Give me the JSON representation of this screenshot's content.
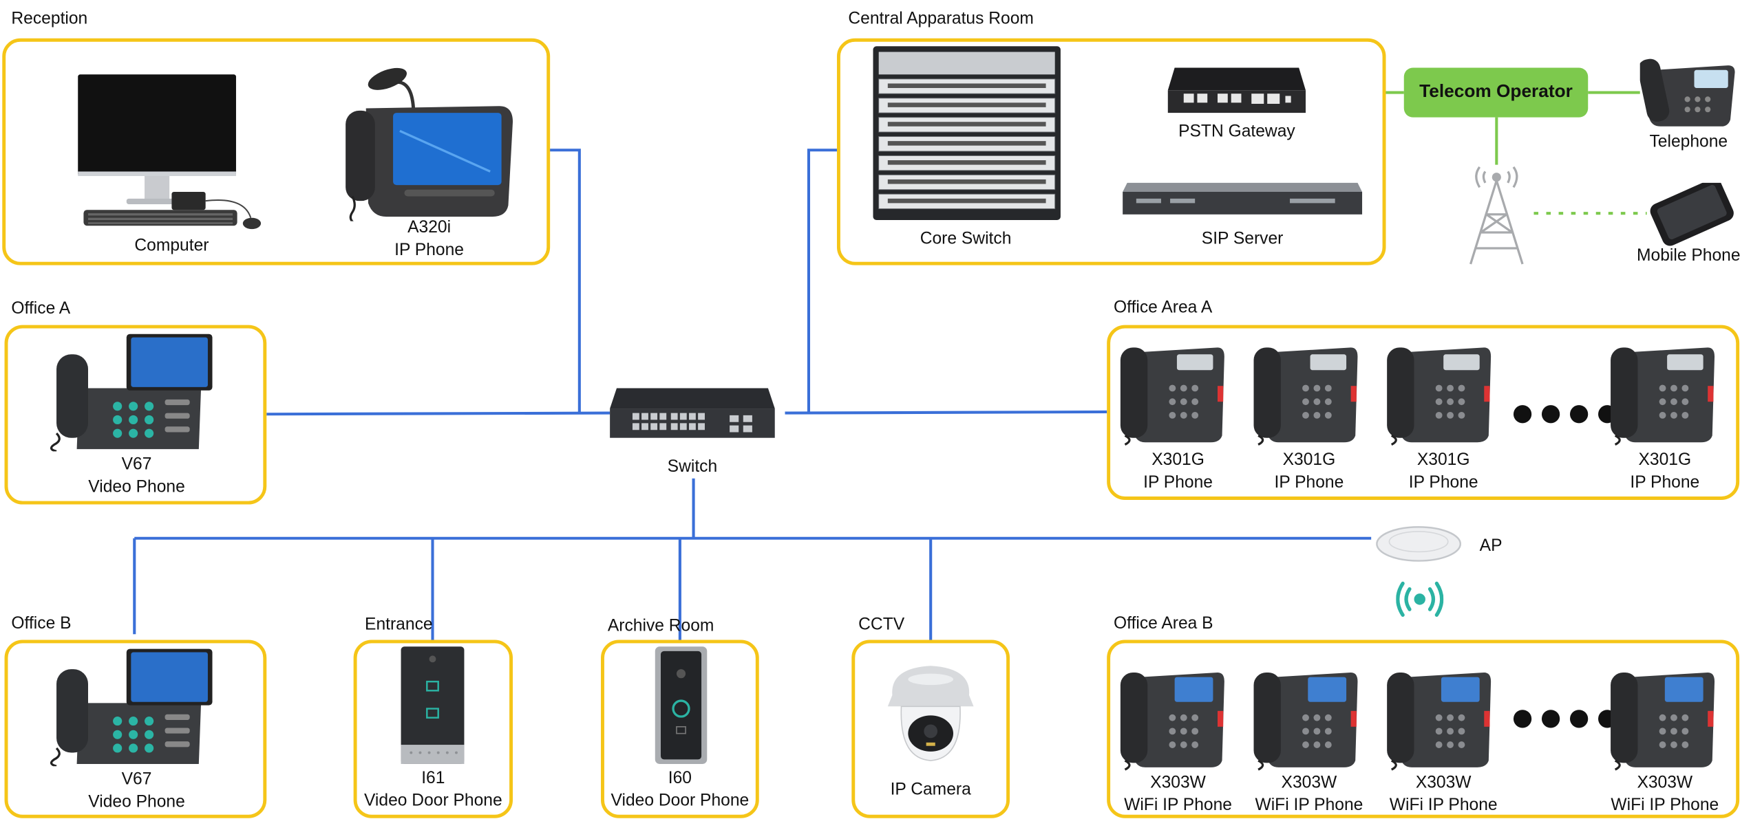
{
  "zones": {
    "reception": "Reception",
    "office_a": "Office A",
    "office_b": "Office B",
    "central": "Central Apparatus Room",
    "office_area_a": "Office Area A",
    "office_area_b": "Office Area B",
    "entrance": "Entrance",
    "archive": "Archive Room",
    "cctv": "CCTV"
  },
  "devices": {
    "computer": "Computer",
    "a320i_model": "A320i",
    "a320i_type": "IP Phone",
    "v67_model": "V67",
    "v67_type": "Video Phone",
    "core_switch": "Core Switch",
    "pstn_gateway": "PSTN Gateway",
    "sip_server": "SIP Server",
    "telecom_operator": "Telecom Operator",
    "telephone": "Telephone",
    "mobile_phone": "Mobile Phone",
    "switch": "Switch",
    "ap": "AP",
    "x301g_model": "X301G",
    "x301g_type": "IP Phone",
    "x303w_model": "X303W",
    "x303w_type": "WiFi IP Phone",
    "i61_model": "I61",
    "i60_model": "I60",
    "door_type": "Video Door Phone",
    "ip_camera": "IP Camera"
  },
  "colors": {
    "zone_border": "#f5c518",
    "lan_link": "#3a6fd8",
    "telecom_link": "#7dc94d",
    "wifi_signal": "#2bb3a3"
  }
}
